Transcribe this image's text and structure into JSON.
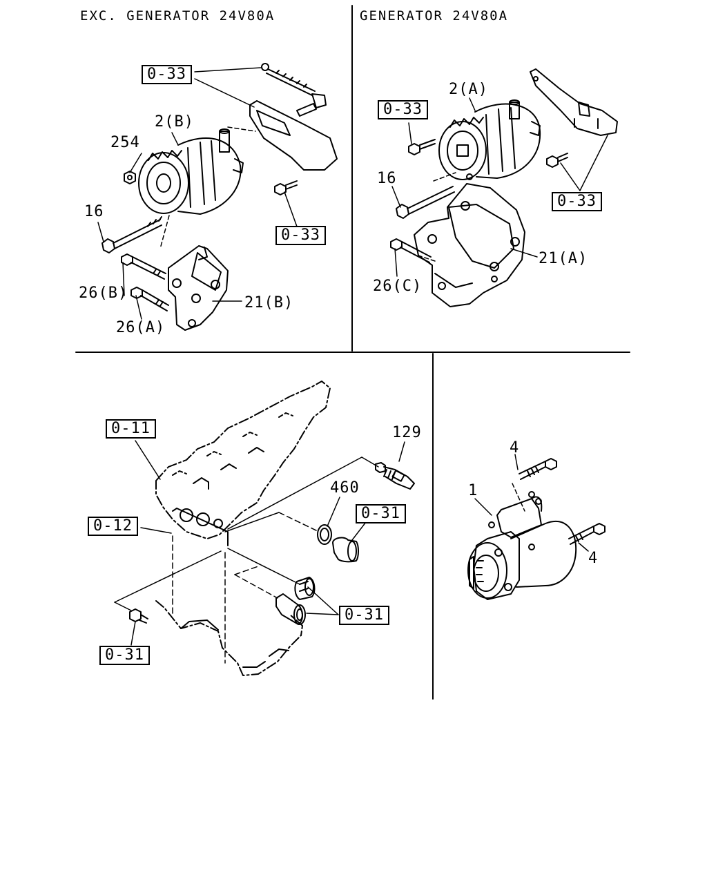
{
  "panels": {
    "top_left": {
      "title": "EXC. GENERATOR 24V80A",
      "labels": {
        "ref_0_33_a": "0-33",
        "ref_0_33_b": "0-33",
        "part_2b": "2(B)",
        "part_254": "254",
        "part_16": "16",
        "part_26b": "26(B)",
        "part_26a": "26(A)",
        "part_21b": "21(B)"
      }
    },
    "top_right": {
      "title": "GENERATOR 24V80A",
      "labels": {
        "part_2a": "2(A)",
        "ref_0_33_a": "0-33",
        "ref_0_33_b": "0-33",
        "part_16": "16",
        "part_26c": "26(C)",
        "part_21a": "21(A)"
      }
    },
    "bottom_left": {
      "labels": {
        "ref_0_11": "0-11",
        "ref_0_12": "0-12",
        "part_129": "129",
        "part_460": "460",
        "ref_0_31_a": "0-31",
        "ref_0_31_b": "0-31",
        "ref_0_31_c": "0-31"
      }
    },
    "bottom_right": {
      "labels": {
        "part_4_top": "4",
        "part_1": "1",
        "part_4_right": "4"
      }
    }
  }
}
